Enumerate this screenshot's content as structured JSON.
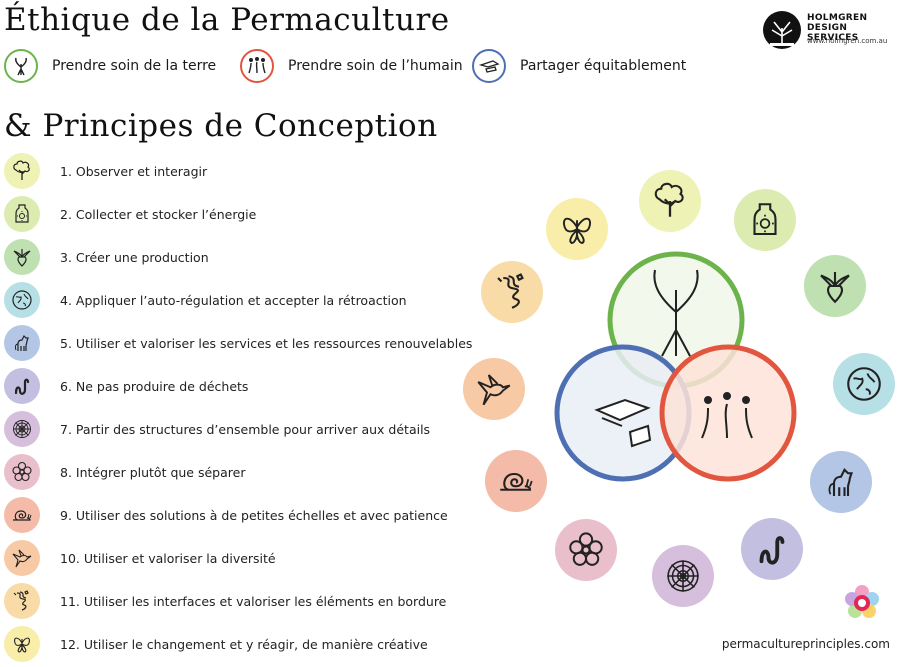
{
  "header": {
    "title_ethics": "Éthique de la Permaculture",
    "title_principles": "& Principes de Conception"
  },
  "ethics": [
    {
      "label": "Prendre soin de la terre",
      "color": "#6bb34a",
      "icon": "sprout-roots-icon"
    },
    {
      "label": "Prendre soin de l’humain",
      "color": "#e2553f",
      "icon": "people-icon"
    },
    {
      "label": "Partager équitablement",
      "color": "#4f6fb3",
      "icon": "sharing-pie-icon"
    }
  ],
  "logo": {
    "name": "HOLMGREN DESIGN SERVICES",
    "url": "www.holmgren.com.au"
  },
  "principles": [
    {
      "label": "1. Observer et interagir",
      "color": "#eef2b4",
      "icon": "tree-icon"
    },
    {
      "label": "2. Collecter et stocker l’énergie",
      "color": "#dcebb0",
      "icon": "jar-sun-icon"
    },
    {
      "label": "3. Créer une production",
      "color": "#bfe0b0",
      "icon": "radish-icon"
    },
    {
      "label": "4. Appliquer l’auto-régulation et accepter la rétroaction",
      "color": "#b7dfe6",
      "icon": "globe-icon"
    },
    {
      "label": "5. Utiliser et valoriser les services et les ressources renouvelables",
      "color": "#b4c6e6",
      "icon": "horse-icon"
    },
    {
      "label": "6. Ne pas produire de déchets",
      "color": "#c3bfe1",
      "icon": "worm-icon"
    },
    {
      "label": "7. Partir des structures d’ensemble pour arriver aux détails",
      "color": "#d6bfdc",
      "icon": "spider-web-icon"
    },
    {
      "label": "8. Intégrer plutôt que séparer",
      "color": "#e9bfcc",
      "icon": "flower-circles-icon"
    },
    {
      "label": "9. Utiliser des solutions à de petites échelles et avec patience",
      "color": "#f3bba8",
      "icon": "snail-icon"
    },
    {
      "label": "10. Utiliser et valoriser la diversité",
      "color": "#f7c9a4",
      "icon": "hummingbird-icon"
    },
    {
      "label": "11. Utiliser les interfaces et valoriser les éléments en bordure",
      "color": "#f8dba6",
      "icon": "river-icon"
    },
    {
      "label": "12. Utiliser le changement et y réagir, de manière créative",
      "color": "#f8eeaa",
      "icon": "butterfly-icon"
    }
  ],
  "footer": {
    "site": "permacultureprinciples.com"
  }
}
